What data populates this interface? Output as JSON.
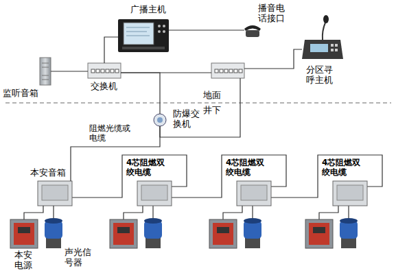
{
  "diagram": {
    "nodes": [
      {
        "text": [
          "广播主机"
        ]
      },
      {
        "text": [
          "播音电话接口"
        ]
      },
      {
        "text": [
          "分区寻呼主机"
        ]
      },
      {
        "text": [
          "监听音箱"
        ]
      },
      {
        "text": [
          "交换机"
        ]
      },
      {
        "text": [
          "防爆交换机"
        ]
      },
      {
        "text": [
          "本安音箱"
        ]
      },
      {
        "text": [
          "本安电源"
        ]
      },
      {
        "text": [
          "声光信号器"
        ]
      }
    ],
    "edges": [
      {
        "from": 0,
        "to": 1,
        "arrow": "none"
      },
      {
        "from": 0,
        "to": 4,
        "arrow": "none"
      },
      {
        "from": 3,
        "to": 4,
        "arrow": "none"
      },
      {
        "from": 4,
        "to": 5,
        "arrow": "none"
      },
      {
        "from": 5,
        "to": 6,
        "label": "阻燃光缆或电缆",
        "arrow": "none"
      },
      {
        "from": 6,
        "to": 7,
        "arrow": "none"
      },
      {
        "from": 6,
        "to": 8,
        "arrow": "none"
      }
    ],
    "labels": [
      "地面",
      "井下",
      "4芯阻燃双绞电缆",
      "4芯阻燃双绞电缆",
      "4芯阻燃双绞电缆"
    ]
  }
}
